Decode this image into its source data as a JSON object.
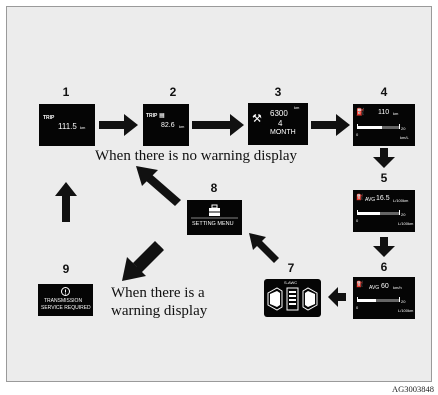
{
  "steps": [
    {
      "number": "1",
      "trip_label": "TRIP",
      "trip_value": "111.5",
      "unit": "km"
    },
    {
      "number": "2",
      "trip_label": "TRIP",
      "trip_value": "82.6",
      "unit": "km"
    },
    {
      "number": "3",
      "distance": "6300",
      "unit": "km",
      "months": "4",
      "months_label": "MONTH"
    },
    {
      "number": "4",
      "range_value": "110",
      "unit": "km",
      "scale_min": "0",
      "scale_max": "20",
      "scale_unit": "km/L"
    },
    {
      "number": "5",
      "avg_label": "AVG",
      "avg_value": "16.5",
      "avg_unit": "L/100km",
      "scale_min": "0",
      "scale_max": "20",
      "scale_unit": "L/100km"
    },
    {
      "number": "6",
      "avg_label": "AVG",
      "avg_value": "60",
      "avg_unit": "km/h",
      "scale_min": "0",
      "scale_max": "20",
      "scale_unit": "L/100km"
    },
    {
      "number": "7",
      "label": "S-AWC"
    },
    {
      "number": "8",
      "label": "SETTING MENU"
    },
    {
      "number": "9",
      "line1": "TRANSMISSION",
      "line2": "SERVICE REQUIRED"
    }
  ],
  "captions": {
    "no_warning": "When there is no warning display",
    "warning_line1": "When there is a",
    "warning_line2": "warning display"
  },
  "figure_code": "AG3003848",
  "colors": {
    "arrow": "#111111",
    "screen": "#050505",
    "background": "#ececec"
  }
}
